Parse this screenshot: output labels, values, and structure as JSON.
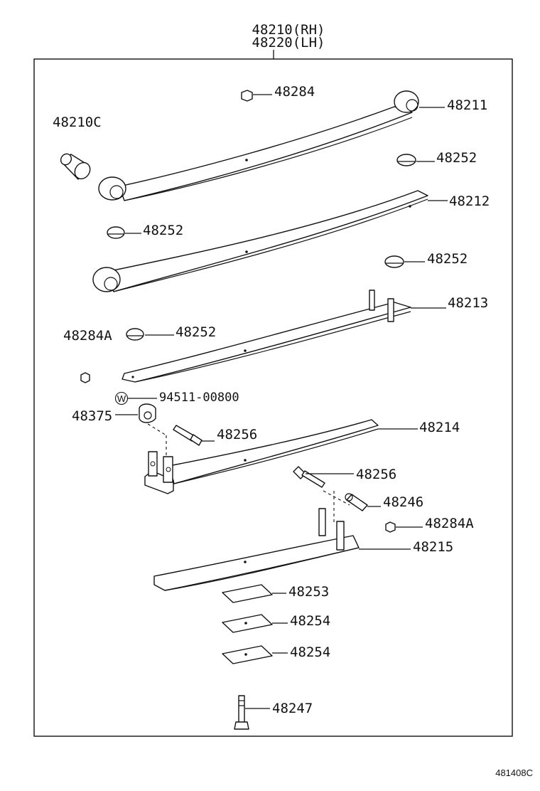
{
  "title_line1": "48210(RH)",
  "title_line2": "48220(LH)",
  "reference_code": "481408C",
  "washer_symbol": "W",
  "callouts": {
    "c48284": "48284",
    "c48211": "48211",
    "c48210C": "48210C",
    "c48252_a": "48252",
    "c48212": "48212",
    "c48252_b": "48252",
    "c48252_c": "48252",
    "c48213": "48213",
    "c48284A_a": "48284A",
    "c48252_d": "48252",
    "c94511": "94511-00800",
    "c48375": "48375",
    "c48256_a": "48256",
    "c48214": "48214",
    "c48256_b": "48256",
    "c48246": "48246",
    "c48284A_b": "48284A",
    "c48215": "48215",
    "c48253": "48253",
    "c48254_a": "48254",
    "c48254_b": "48254",
    "c48247": "48247"
  }
}
